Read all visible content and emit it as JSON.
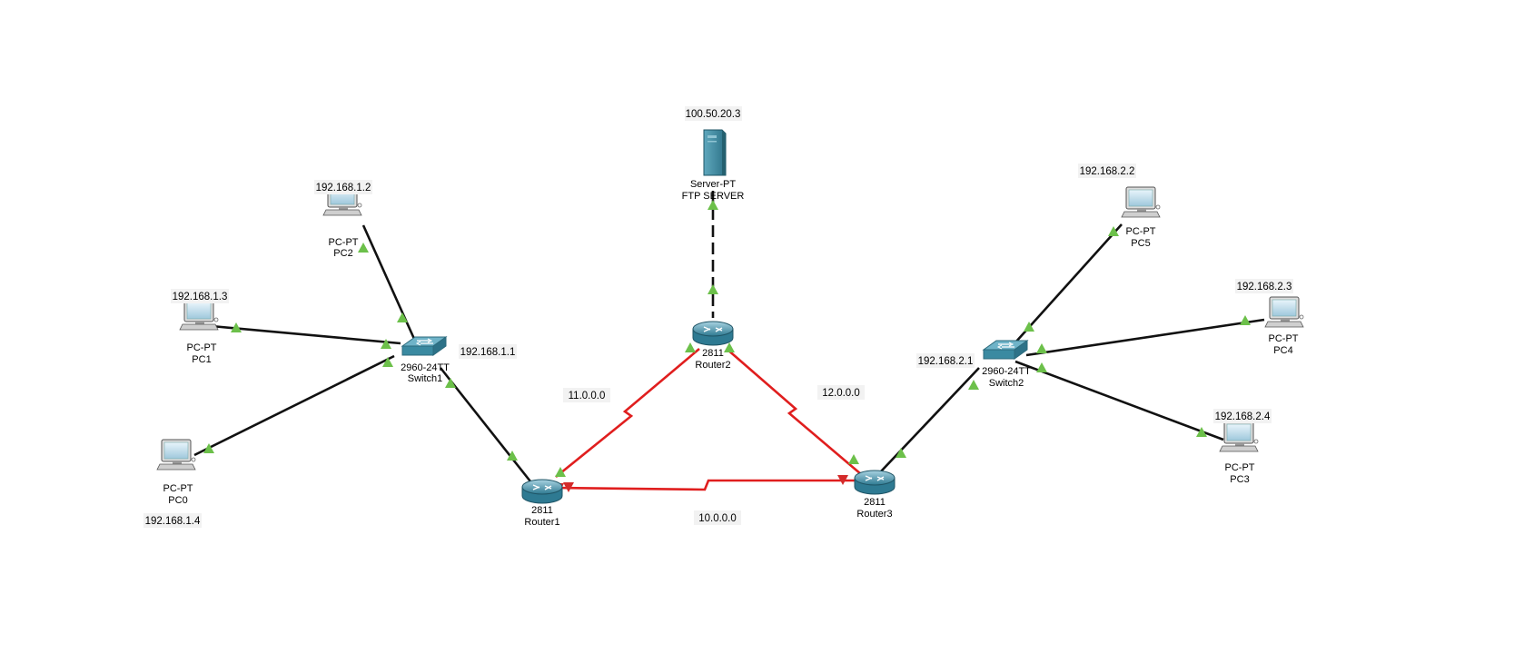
{
  "devices": {
    "pc0": {
      "model": "PC-PT",
      "name": "PC0",
      "ip": "192.168.1.4"
    },
    "pc1": {
      "model": "PC-PT",
      "name": "PC1",
      "ip": "192.168.1.3"
    },
    "pc2": {
      "model": "PC-PT",
      "name": "PC2",
      "ip": "192.168.1.2"
    },
    "pc3": {
      "model": "PC-PT",
      "name": "PC3",
      "ip": "192.168.2.4"
    },
    "pc4": {
      "model": "PC-PT",
      "name": "PC4",
      "ip": "192.168.2.3"
    },
    "pc5": {
      "model": "PC-PT",
      "name": "PC5",
      "ip": "192.168.2.2"
    },
    "switch1": {
      "model": "2960-24TT",
      "name": "Switch1",
      "ip": "192.168.1.1"
    },
    "switch2": {
      "model": "2960-24TT",
      "name": "Switch2",
      "ip": "192.168.2.1"
    },
    "router1": {
      "model": "2811",
      "name": "Router1"
    },
    "router2": {
      "model": "2811",
      "name": "Router2"
    },
    "router3": {
      "model": "2811",
      "name": "Router3"
    },
    "server": {
      "model": "Server-PT",
      "name": "FTP SERVER",
      "ip": "100.50.20.3"
    }
  },
  "networks": {
    "r1_r2": "11.0.0.0",
    "r2_r3": "12.0.0.0",
    "r1_r3": "10.0.0.0"
  },
  "colors": {
    "ethernet_link": "#111111",
    "serial_link": "#e01e1e",
    "link_up": "#6cc04a",
    "link_down": "#d42a2a",
    "device_teal": "#3f8ea3"
  },
  "icons": {
    "pc": "pc-icon",
    "switch": "switch-icon",
    "router": "router-icon",
    "server": "server-icon"
  }
}
